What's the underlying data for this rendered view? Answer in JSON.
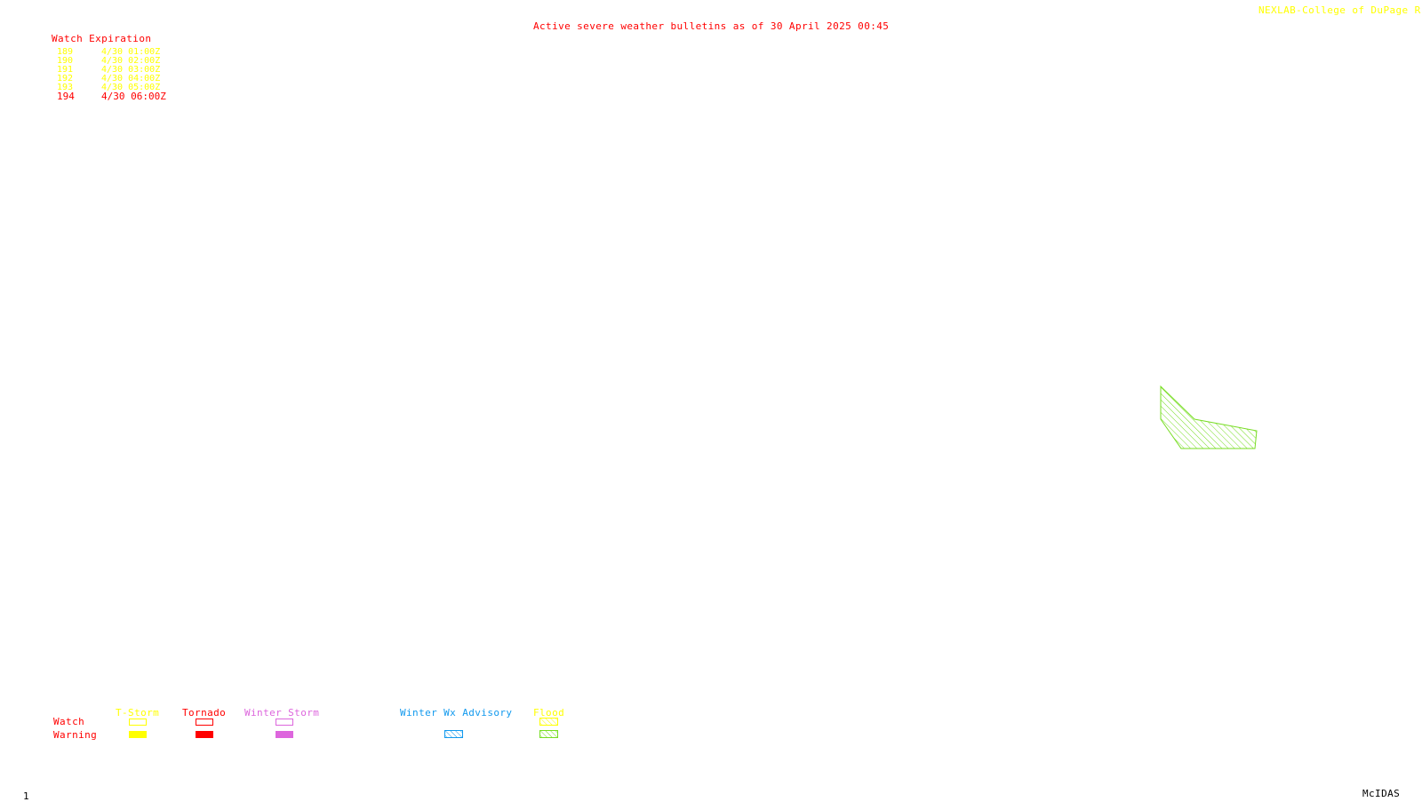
{
  "header": {
    "title": "Active severe weather bulletins as of 30 April 2025 00:45",
    "credit": "NEXLAB-College of DuPage R"
  },
  "watches": {
    "header": "Watch Expiration",
    "rows": [
      {
        "number": "189",
        "expiration": "4/30 01:00Z",
        "color": "#ffff00"
      },
      {
        "number": "190",
        "expiration": "4/30 02:00Z",
        "color": "#ffff00"
      },
      {
        "number": "191",
        "expiration": "4/30 03:00Z",
        "color": "#ffff00"
      },
      {
        "number": "192",
        "expiration": "4/30 04:00Z",
        "color": "#ffff00"
      },
      {
        "number": "193",
        "expiration": "4/30 05:00Z",
        "color": "#ffff00"
      },
      {
        "number": "194",
        "expiration": "4/30 06:00Z",
        "color": "#ff0000"
      }
    ]
  },
  "legend": {
    "row_watch": "Watch",
    "row_warning": "Warning",
    "categories": [
      {
        "label": "T-Storm",
        "color": "#ffff00",
        "watch_style": "outline",
        "warning_style": "filled"
      },
      {
        "label": "Tornado",
        "color": "#ff0000",
        "watch_style": "outline",
        "warning_style": "filled"
      },
      {
        "label": "Winter Storm",
        "color": "#dd66dd",
        "watch_style": "outline",
        "warning_style": "filled"
      },
      {
        "label": "Winter Wx Advisory",
        "color": "#1199ee",
        "watch_style": "none",
        "warning_style": "hatched"
      },
      {
        "label": "Flood",
        "color": "#ffff00",
        "watch_style": "hatched",
        "warning_style": "hatched",
        "warning_color": "#77dd22"
      }
    ]
  },
  "map": {
    "polygons": [
      {
        "type": "Flood Warning",
        "color": "#77dd22",
        "style": "hatched"
      }
    ]
  },
  "footer": {
    "frame_number": "1",
    "software": "McIDAS"
  },
  "colors": {
    "title": "#ff0000",
    "credit": "#ffff00",
    "watch_header": "#ff0000",
    "background": "#ffffff"
  }
}
